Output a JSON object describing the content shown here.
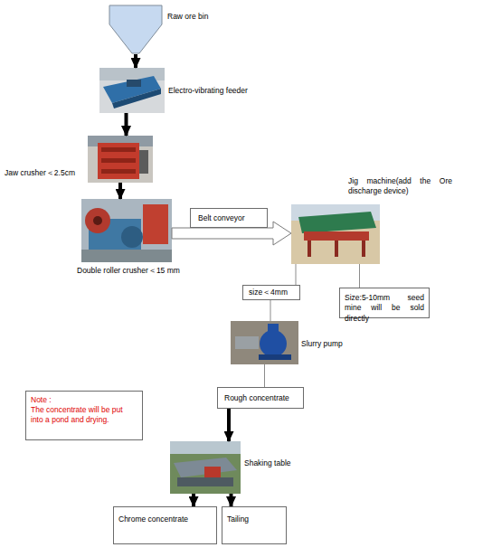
{
  "diagram": {
    "nodes": [
      {
        "text": [
          "Raw ore bin"
        ]
      },
      {
        "text": [
          "Electro-vibrating feeder"
        ]
      },
      {
        "text": [
          "Jaw crusher＜2.5cm"
        ]
      },
      {
        "text": [
          "Double roller crusher＜15 mm"
        ]
      },
      {
        "text": [
          "Belt conveyor"
        ]
      },
      {
        "text": [
          "Jig machine(add the Ore discharge device)"
        ]
      },
      {
        "text": [
          "Size:5-10mm seed mine will be sold directly"
        ]
      },
      {
        "text": [
          "size＜4mm"
        ]
      },
      {
        "text": [
          "Slurry pump"
        ]
      },
      {
        "text": [
          "Rough concentrate"
        ]
      },
      {
        "text": [
          "Shaking table"
        ]
      },
      {
        "text": [
          "Chrome concentrate"
        ]
      },
      {
        "text": [
          "Tailing"
        ]
      },
      {
        "text": [
          "Note :",
          "The concentrate will be put into a pond and drying."
        ]
      }
    ],
    "edges": [
      {
        "from": 0,
        "to": 1,
        "arrow": "to"
      },
      {
        "from": 1,
        "to": 2,
        "arrow": "to"
      },
      {
        "from": 2,
        "to": 3,
        "arrow": "to"
      },
      {
        "from": 3,
        "to": 5,
        "arrow": "to"
      },
      {
        "from": 5,
        "to": 6,
        "arrow": "none"
      },
      {
        "from": 5,
        "to": 7,
        "arrow": "none"
      },
      {
        "from": 7,
        "to": 8,
        "arrow": "none"
      },
      {
        "from": 8,
        "to": 9,
        "arrow": "none"
      },
      {
        "from": 9,
        "to": 10,
        "arrow": "to"
      },
      {
        "from": 10,
        "to": 11,
        "arrow": "to"
      },
      {
        "from": 10,
        "to": 12,
        "arrow": "to"
      }
    ]
  }
}
